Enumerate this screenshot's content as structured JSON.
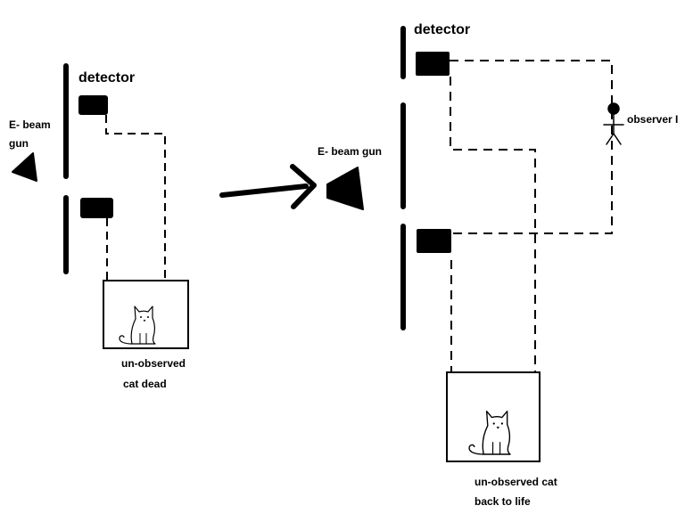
{
  "left_scene": {
    "detector_label": "detector",
    "gun_label_line1": "E- beam",
    "gun_label_line2": "gun",
    "cat_caption_line1": "un-observed",
    "cat_caption_line2": "cat dead"
  },
  "right_scene": {
    "detector_label": "detector",
    "gun_label": "E- beam gun",
    "observer_label": "observer I",
    "cat_caption_line1": "un-observed cat",
    "cat_caption_line2": "back to life"
  },
  "icons": [
    "e-beam-gun-icon",
    "detector-block-icon",
    "cat-icon",
    "stick-figure-icon",
    "arrow-right-icon"
  ],
  "colors": {
    "ink": "#000000",
    "background": "#ffffff"
  }
}
